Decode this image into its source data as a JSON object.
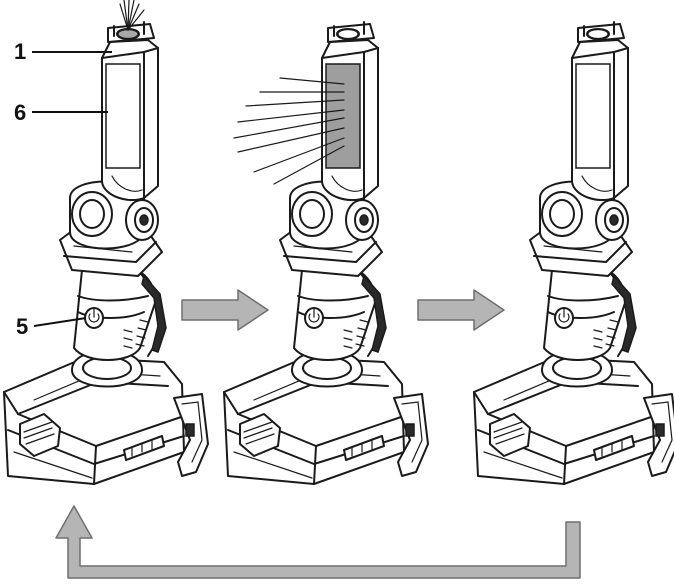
{
  "callouts": [
    {
      "id": "c1",
      "text": "1"
    },
    {
      "id": "c6",
      "text": "6"
    },
    {
      "id": "c5",
      "text": "5"
    }
  ],
  "colors": {
    "outline": "#1a1a1a",
    "arrow_fill": "#b5b5b5",
    "arrow_stroke": "#6f6f6f",
    "lit_panel": "#9e9e9e",
    "lens": "#a8a8a8"
  },
  "panels": [
    {
      "id": "p1",
      "state": "top-light-on"
    },
    {
      "id": "p2",
      "state": "front-panel-on"
    },
    {
      "id": "p3",
      "state": "off"
    }
  ]
}
